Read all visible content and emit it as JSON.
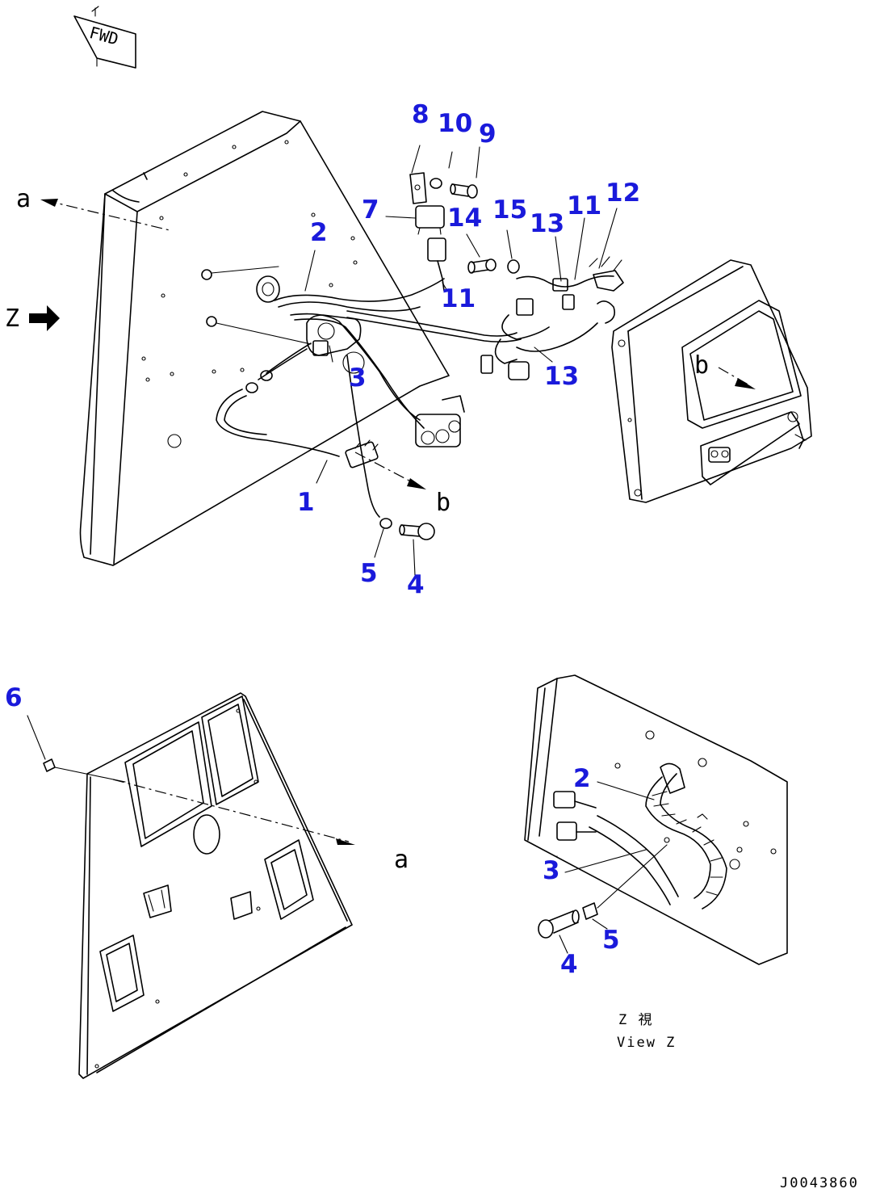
{
  "fwd_label": "FWD",
  "view_letter": "Z",
  "ref_a": "a",
  "ref_b": "b",
  "view_caption_jp": "Z 視",
  "view_caption": "View Z",
  "drawing_number": "J0043860",
  "callout_color": "#1a1adb",
  "callouts": {
    "c1": "1",
    "c2": "2",
    "c3": "3",
    "c4": "4",
    "c5": "5",
    "c7": "7",
    "c8": "8",
    "c9": "9",
    "c10": "10",
    "c11a": "11",
    "c11b": "11",
    "c12": "12",
    "c13a": "13",
    "c13b": "13",
    "c14": "14",
    "c15": "15",
    "c6": "6",
    "v2": "2",
    "v3": "3",
    "v4": "4",
    "v5": "5"
  }
}
